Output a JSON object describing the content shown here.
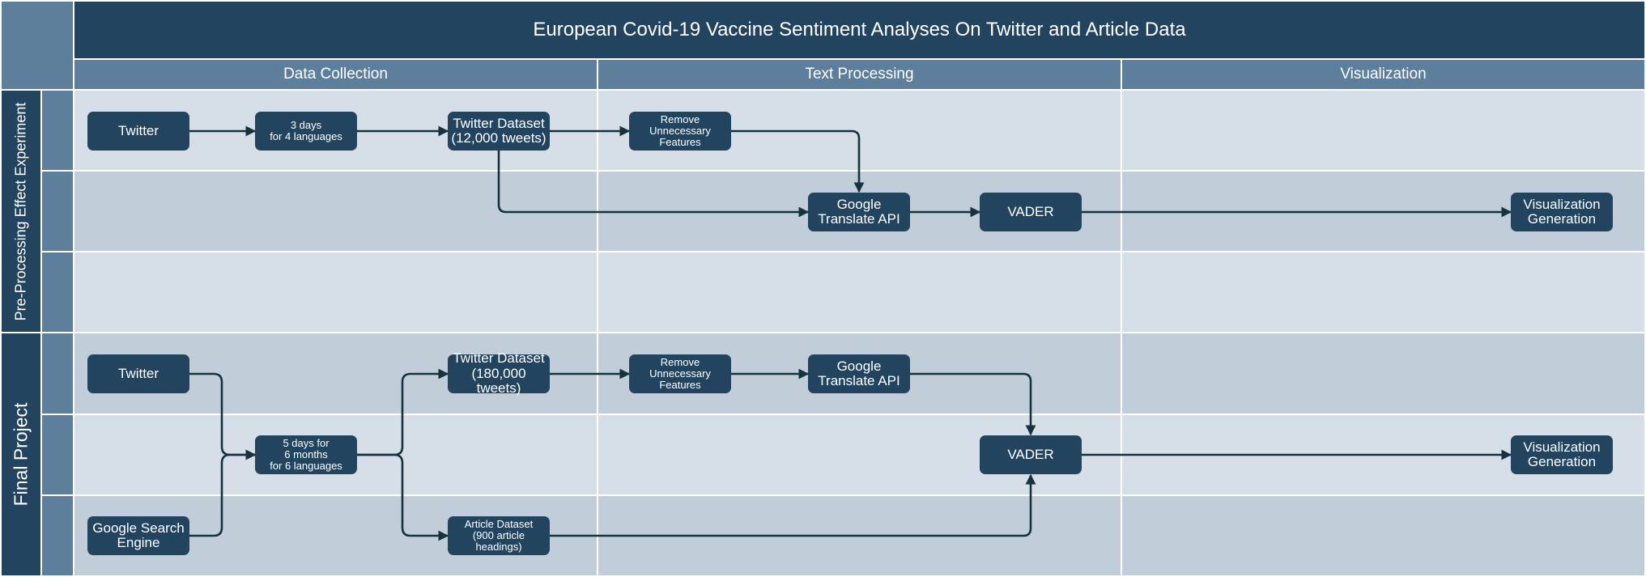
{
  "title": "European Covid-19 Vaccine Sentiment Analyses On Twitter and Article Data",
  "columns": [
    "Data Collection",
    "Text Processing",
    "Visualization"
  ],
  "groups": [
    "Pre-Processing Effect Experiment",
    "Final Project"
  ],
  "nodes": {
    "pre_twitter": "Twitter",
    "pre_days": "3 days\nfor 4 languages",
    "pre_dataset": "Twitter Dataset\n(12,000 tweets)",
    "pre_remove": "Remove\nUnnecessary\nFeatures",
    "pre_translate": "Google\nTranslate API",
    "pre_vader": "VADER",
    "pre_vis": "Visualization\nGeneration",
    "fin_twitter": "Twitter",
    "fin_google": "Google Search\nEngine",
    "fin_days": "5 days for\n6 months\nfor 6 languages",
    "fin_dataset": "Twitter Dataset\n(180,000 tweets)",
    "fin_article": "Article Dataset\n(900 article headings)",
    "fin_remove": "Remove\nUnnecessary\nFeatures",
    "fin_translate": "Google\nTranslate API",
    "fin_vader": "VADER",
    "fin_vis": "Visualization\nGeneration"
  },
  "colors": {
    "dark": "#23445f",
    "header": "#5e7f9c",
    "light_lane": "#d6dfe7",
    "mid_lane": "#c1ced9",
    "edge": "#16323f"
  }
}
